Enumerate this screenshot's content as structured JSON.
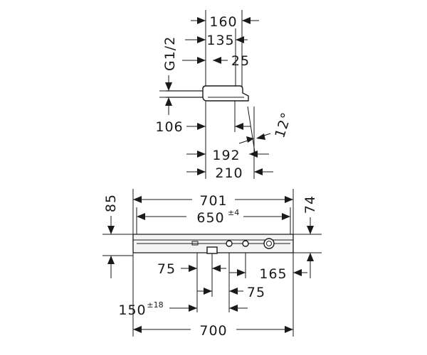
{
  "side_view": {
    "dim_160": "160",
    "dim_135": "135",
    "dim_25": "25",
    "thread": "G1/2",
    "dim_106": "106",
    "angle": "12°",
    "dim_192": "192",
    "dim_210": "210"
  },
  "front_view": {
    "dim_701": "701",
    "dim_650": "650",
    "tol_650": "±4",
    "dim_85": "85",
    "dim_74": "74",
    "dim_75_left": "75",
    "dim_165": "165",
    "dim_75_right": "75",
    "dim_150": "150",
    "tol_150": "±18",
    "dim_700": "700"
  },
  "colors": {
    "line": "#1a1a1a",
    "background": "#ffffff"
  }
}
